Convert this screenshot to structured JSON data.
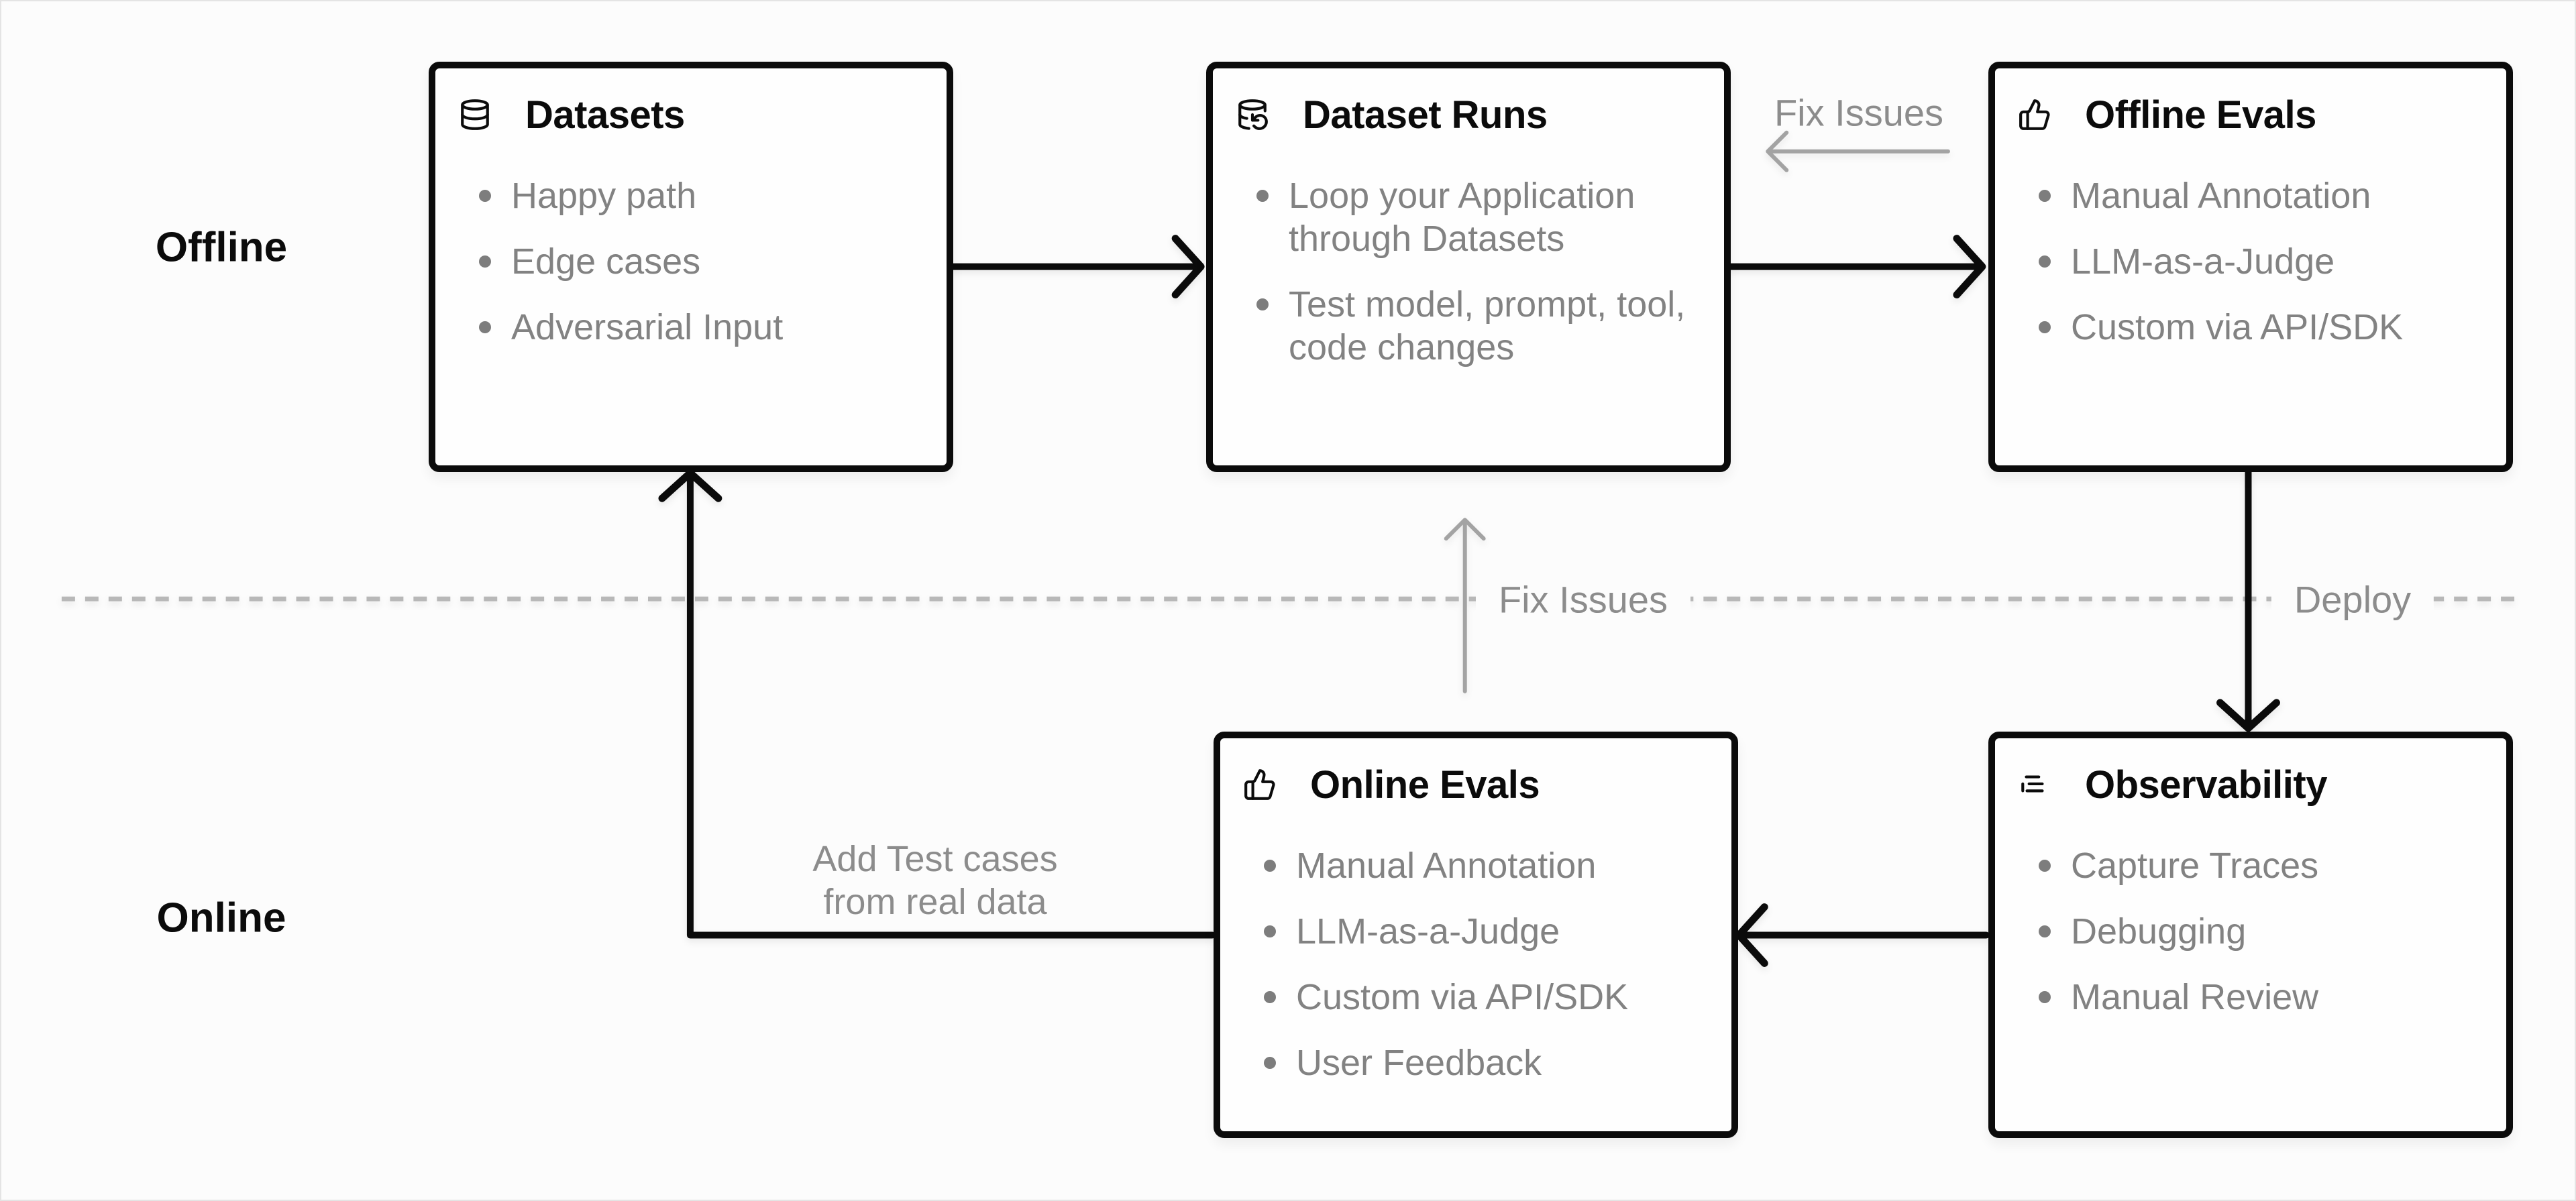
{
  "sections": {
    "offline_label": "Offline",
    "online_label": "Online"
  },
  "boxes": [
    {
      "id": "datasets",
      "icon": "database-icon",
      "title": "Datasets",
      "items": [
        "Happy path",
        "Edge cases",
        "Adversarial Input"
      ]
    },
    {
      "id": "dataset-runs",
      "icon": "database-backup-icon",
      "title": "Dataset Runs",
      "items": [
        "Loop your Application through Datasets",
        "Test model, prompt, tool, code changes"
      ]
    },
    {
      "id": "offline-evals",
      "icon": "thumbs-up-icon",
      "title": "Offline Evals",
      "items": [
        "Manual Annotation",
        "LLM-as-a-Judge",
        "Custom via API/SDK"
      ]
    },
    {
      "id": "online-evals",
      "icon": "thumbs-up-icon",
      "title": "Online Evals",
      "items": [
        "Manual Annotation",
        "LLM-as-a-Judge",
        "Custom via API/SDK",
        "User Feedback"
      ]
    },
    {
      "id": "observability",
      "icon": "logs-icon",
      "title": "Observability",
      "items": [
        "Capture Traces",
        "Debugging",
        "Manual Review"
      ]
    }
  ],
  "annotations": {
    "fix_issues_top": "Fix Issues",
    "fix_issues_mid": "Fix Issues",
    "deploy": "Deploy",
    "add_test_cases_line1": "Add Test cases",
    "add_test_cases_line2": "from real data"
  },
  "colors": {
    "page_background": "#fcfcfc",
    "box_border": "#0b0b0b",
    "title_text": "#0b0b0b",
    "bullet_text": "#828282",
    "annotation_text": "#8c8c8c",
    "gray_arrow": "#a3a3a3",
    "dashed_divider": "#b8b8b8"
  }
}
